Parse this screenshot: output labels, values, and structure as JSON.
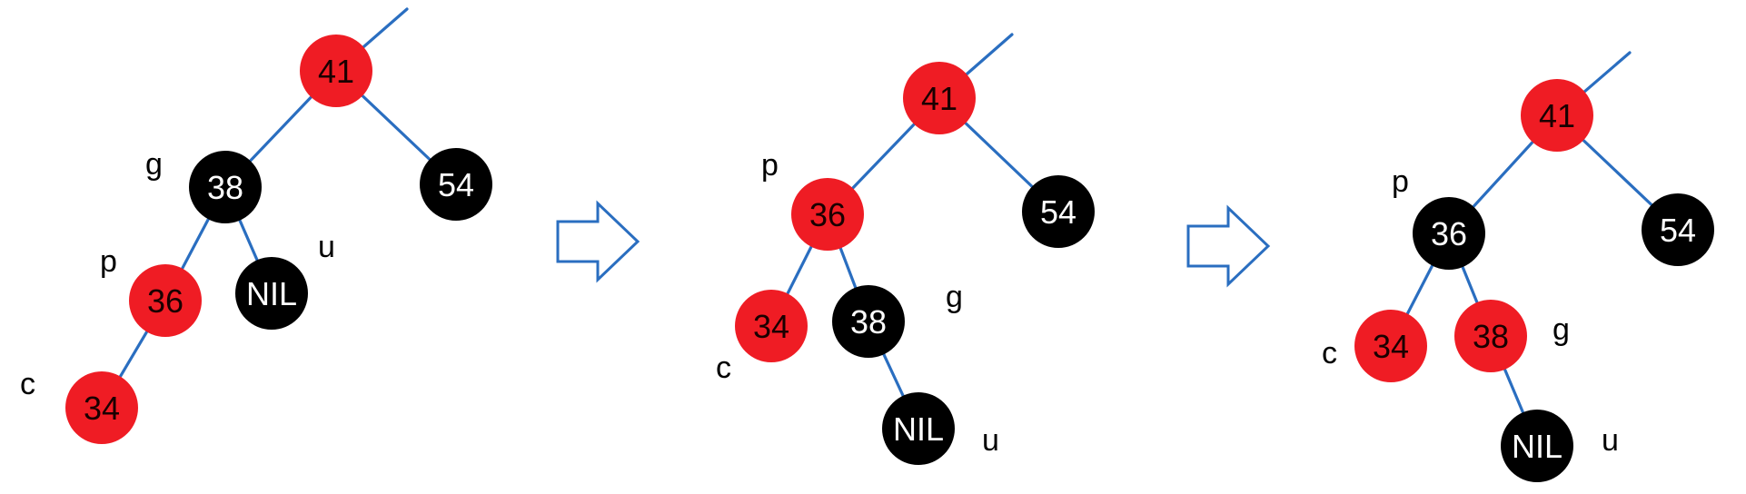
{
  "colors": {
    "red_node": "#ef1c24",
    "black_node": "#000000",
    "red_node_text": "#1a0000",
    "black_node_text": "#ffffff",
    "edge": "#2a6ec0",
    "arrow_outline": "#2a6ec0"
  },
  "diagram": {
    "panels": [
      {
        "nodes": [
          {
            "id": "n41",
            "label": "41",
            "color": "red"
          },
          {
            "id": "n38",
            "label": "38",
            "color": "black"
          },
          {
            "id": "n54",
            "label": "54",
            "color": "black"
          },
          {
            "id": "n36",
            "label": "36",
            "color": "red"
          },
          {
            "id": "nnil",
            "label": "NIL",
            "color": "black"
          },
          {
            "id": "n34",
            "label": "34",
            "color": "red"
          }
        ],
        "edges": [
          [
            "root",
            "n41"
          ],
          [
            "n41",
            "n38"
          ],
          [
            "n41",
            "n54"
          ],
          [
            "n38",
            "n36"
          ],
          [
            "n38",
            "nnil"
          ],
          [
            "n36",
            "n34"
          ]
        ],
        "annotations": [
          {
            "id": "g",
            "text": "g"
          },
          {
            "id": "p",
            "text": "p"
          },
          {
            "id": "u",
            "text": "u"
          },
          {
            "id": "c",
            "text": "c"
          }
        ]
      },
      {
        "nodes": [
          {
            "id": "n41",
            "label": "41",
            "color": "red"
          },
          {
            "id": "n36",
            "label": "36",
            "color": "red"
          },
          {
            "id": "n54",
            "label": "54",
            "color": "black"
          },
          {
            "id": "n34",
            "label": "34",
            "color": "red"
          },
          {
            "id": "n38",
            "label": "38",
            "color": "black"
          },
          {
            "id": "nnil",
            "label": "NIL",
            "color": "black"
          }
        ],
        "edges": [
          [
            "root",
            "n41"
          ],
          [
            "n41",
            "n36"
          ],
          [
            "n41",
            "n54"
          ],
          [
            "n36",
            "n34"
          ],
          [
            "n36",
            "n38"
          ],
          [
            "n38",
            "nnil"
          ]
        ],
        "annotations": [
          {
            "id": "p",
            "text": "p"
          },
          {
            "id": "g",
            "text": "g"
          },
          {
            "id": "c",
            "text": "c"
          },
          {
            "id": "u",
            "text": "u"
          }
        ]
      },
      {
        "nodes": [
          {
            "id": "n41",
            "label": "41",
            "color": "red"
          },
          {
            "id": "n36",
            "label": "36",
            "color": "black"
          },
          {
            "id": "n54",
            "label": "54",
            "color": "black"
          },
          {
            "id": "n34",
            "label": "34",
            "color": "red"
          },
          {
            "id": "n38",
            "label": "38",
            "color": "red"
          },
          {
            "id": "nnil",
            "label": "NIL",
            "color": "black"
          }
        ],
        "edges": [
          [
            "root",
            "n41"
          ],
          [
            "n41",
            "n36"
          ],
          [
            "n41",
            "n54"
          ],
          [
            "n36",
            "n34"
          ],
          [
            "n36",
            "n38"
          ],
          [
            "n38",
            "nnil"
          ]
        ],
        "annotations": [
          {
            "id": "p",
            "text": "p"
          },
          {
            "id": "c",
            "text": "c"
          },
          {
            "id": "g",
            "text": "g"
          },
          {
            "id": "u",
            "text": "u"
          }
        ]
      }
    ],
    "arrows": [
      {
        "icon": "right-arrow-icon"
      },
      {
        "icon": "right-arrow-icon"
      }
    ]
  }
}
